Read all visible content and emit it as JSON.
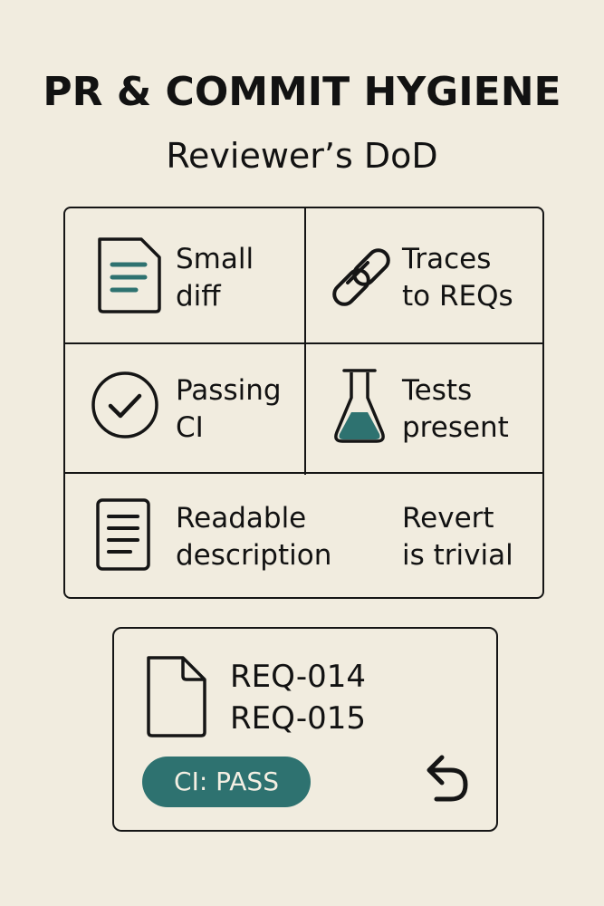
{
  "header": {
    "title": "PR & COMMIT HYGIENE",
    "subtitle": "Reviewer’s DoD"
  },
  "checklist": [
    {
      "line1": "Small",
      "line2": "diff",
      "icon": "document-lines-icon"
    },
    {
      "line1": "Traces",
      "line2": "to REQs",
      "icon": "chain-link-icon"
    },
    {
      "line1": "Passing",
      "line2": "CI",
      "icon": "check-circle-icon"
    },
    {
      "line1": "Tests",
      "line2": "present",
      "icon": "flask-icon"
    },
    {
      "line1": "Readable",
      "line2": "description",
      "icon": "list-document-icon"
    },
    {
      "line1": "Revert",
      "line2": "is trivial",
      "icon": ""
    }
  ],
  "summary_card": {
    "requirements": [
      "REQ-014",
      "REQ-015"
    ],
    "ci_badge": "CI: PASS",
    "file_icon": "file-icon",
    "revert_icon": "undo-arrow-icon"
  },
  "colors": {
    "background": "#f1ecdf",
    "ink": "#151515",
    "accent": "#2e7270"
  }
}
